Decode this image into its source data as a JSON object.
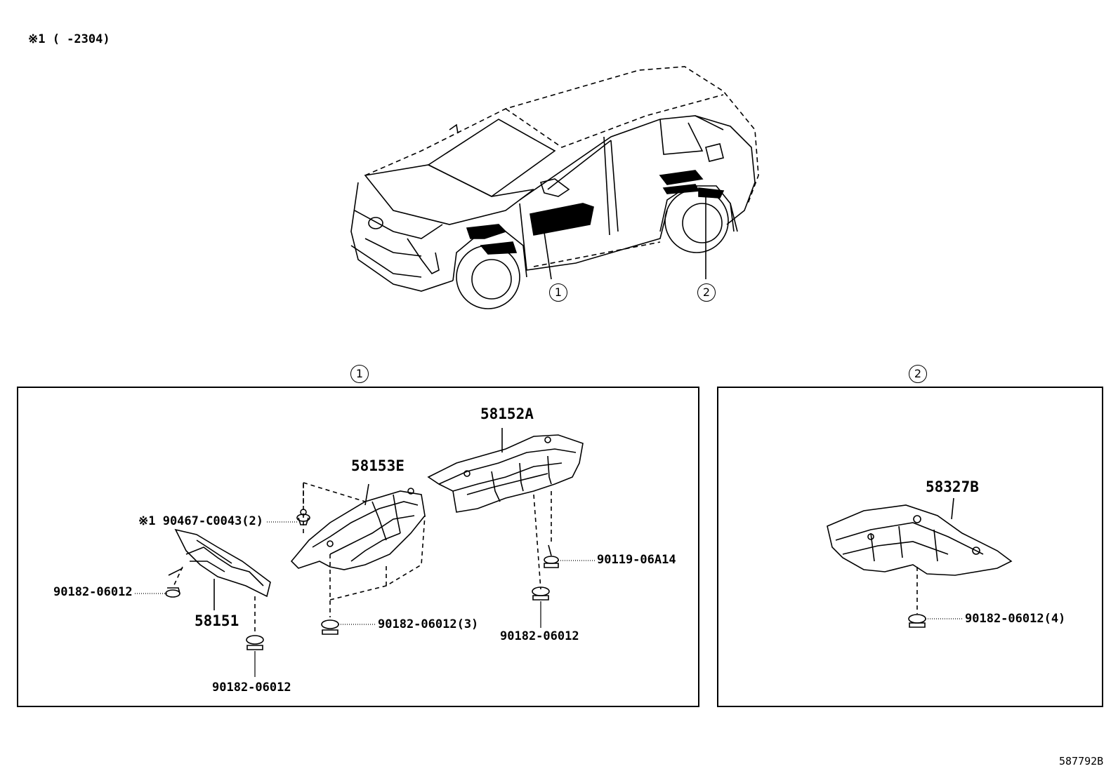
{
  "note": "※1 (    -2304)",
  "diagram_id": "587792B",
  "callouts": {
    "one": "1",
    "two": "2"
  },
  "parts": {
    "p58152A": "58152A",
    "p58153E": "58153E",
    "p58151": "58151",
    "p58327B": "58327B"
  },
  "fasteners": {
    "f90467": "※1 90467-C0043(2)",
    "f90182_left": "90182-06012",
    "f90182_bottom": "90182-06012",
    "f90182_3": "90182-06012(3)",
    "f90119": "90119-06A14",
    "f90182_mid": "90182-06012",
    "f90182_4": "90182-06012(4)"
  }
}
